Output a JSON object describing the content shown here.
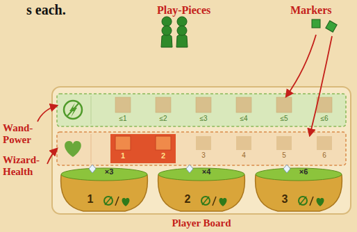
{
  "diagram": {
    "nodes": [
      {
        "text": [
          "Player Board"
        ]
      },
      {
        "text": [
          "≤1",
          "≤2",
          "≤3",
          "≤4",
          "≤5",
          "≤6"
        ],
        "in": 0
      },
      {
        "text": [
          "1",
          "2",
          "3",
          "4",
          "5",
          "6"
        ],
        "in": 0
      },
      {
        "text": [
          "×3",
          "1"
        ],
        "in": 0
      },
      {
        "text": [
          "×4",
          "2"
        ],
        "in": 0
      },
      {
        "text": [
          "×6",
          "3"
        ],
        "in": 0
      }
    ],
    "labels": [
      "s each.",
      "Play-Pieces",
      "Markers",
      "Wand-Power",
      "Wizard-Health"
    ]
  }
}
